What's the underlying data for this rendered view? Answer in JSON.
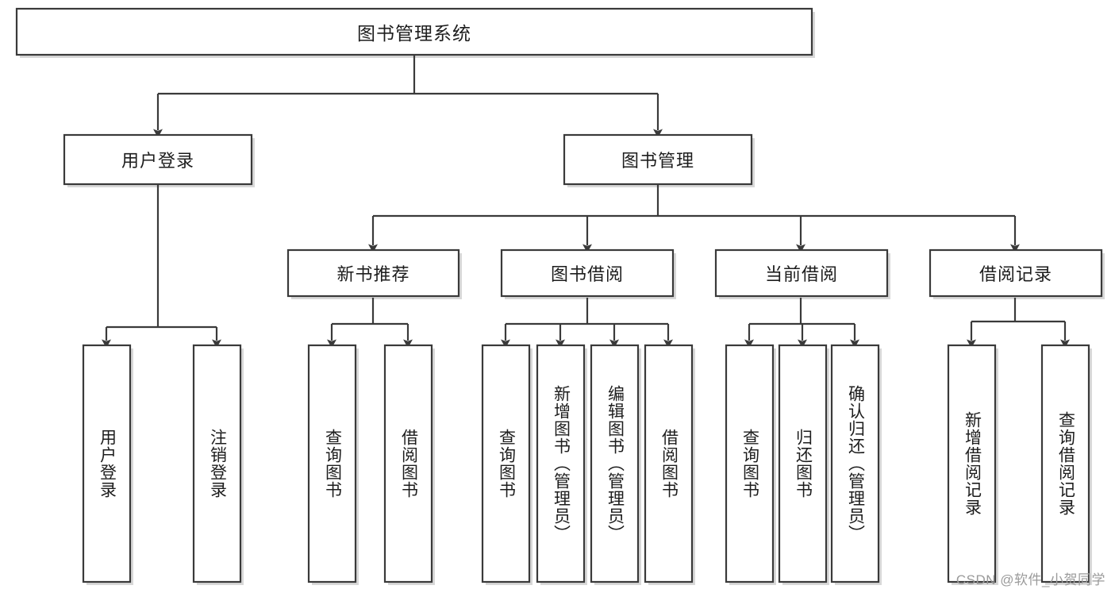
{
  "diagram": {
    "type": "tree",
    "title": "图书管理系统",
    "watermark": "CSDN @软件_小贺同学",
    "colors": {
      "box_stroke": "#3a3a3a",
      "box_fill": "#ffffff",
      "connector": "#3a3a3a",
      "text": "#1d1d1d",
      "watermark": "#9a9a9a"
    },
    "nodes": {
      "root": {
        "label": "图书管理系统",
        "level": 0,
        "orientation": "horizontal"
      },
      "l2_user_login": {
        "label": "用户登录",
        "level": 1,
        "orientation": "horizontal"
      },
      "l2_book_mgmt": {
        "label": "图书管理",
        "level": 1,
        "orientation": "horizontal"
      },
      "l3_new_book_rec": {
        "label": "新书推荐",
        "level": 2,
        "orientation": "horizontal"
      },
      "l3_book_borrow": {
        "label": "图书借阅",
        "level": 2,
        "orientation": "horizontal"
      },
      "l3_current_borrow": {
        "label": "当前借阅",
        "level": 2,
        "orientation": "horizontal"
      },
      "l3_borrow_record": {
        "label": "借阅记录",
        "level": 2,
        "orientation": "horizontal"
      },
      "leaf_user_login": {
        "label": "用户登录",
        "level": 3,
        "orientation": "vertical"
      },
      "leaf_logout": {
        "label": "注销登录",
        "level": 3,
        "orientation": "vertical"
      },
      "leaf_query_book_1": {
        "label": "查询图书",
        "level": 3,
        "orientation": "vertical"
      },
      "leaf_borrow_book_1": {
        "label": "借阅图书",
        "level": 3,
        "orientation": "vertical"
      },
      "leaf_query_book_2": {
        "label": "查询图书",
        "level": 3,
        "orientation": "vertical"
      },
      "leaf_add_book": {
        "label": "新增图书（管理员）",
        "level": 3,
        "orientation": "vertical"
      },
      "leaf_edit_book": {
        "label": "编辑图书（管理员）",
        "level": 3,
        "orientation": "vertical"
      },
      "leaf_borrow_book_2": {
        "label": "借阅图书",
        "level": 3,
        "orientation": "vertical"
      },
      "leaf_query_book_3": {
        "label": "查询图书",
        "level": 3,
        "orientation": "vertical"
      },
      "leaf_return_book": {
        "label": "归还图书",
        "level": 3,
        "orientation": "vertical"
      },
      "leaf_confirm_return": {
        "label": "确认归还（管理员）",
        "level": 3,
        "orientation": "vertical"
      },
      "leaf_add_record": {
        "label": "新增借阅记录",
        "level": 3,
        "orientation": "vertical"
      },
      "leaf_query_record": {
        "label": "查询借阅记录",
        "level": 3,
        "orientation": "vertical"
      }
    },
    "edges": [
      {
        "from": "root",
        "to": "l2_user_login"
      },
      {
        "from": "root",
        "to": "l2_book_mgmt"
      },
      {
        "from": "l2_user_login",
        "to": "leaf_user_login"
      },
      {
        "from": "l2_user_login",
        "to": "leaf_logout"
      },
      {
        "from": "l2_book_mgmt",
        "to": "l3_new_book_rec"
      },
      {
        "from": "l2_book_mgmt",
        "to": "l3_book_borrow"
      },
      {
        "from": "l2_book_mgmt",
        "to": "l3_current_borrow"
      },
      {
        "from": "l2_book_mgmt",
        "to": "l3_borrow_record"
      },
      {
        "from": "l3_new_book_rec",
        "to": "leaf_query_book_1"
      },
      {
        "from": "l3_new_book_rec",
        "to": "leaf_borrow_book_1"
      },
      {
        "from": "l3_book_borrow",
        "to": "leaf_query_book_2"
      },
      {
        "from": "l3_book_borrow",
        "to": "leaf_add_book"
      },
      {
        "from": "l3_book_borrow",
        "to": "leaf_edit_book"
      },
      {
        "from": "l3_book_borrow",
        "to": "leaf_borrow_book_2"
      },
      {
        "from": "l3_current_borrow",
        "to": "leaf_query_book_3"
      },
      {
        "from": "l3_current_borrow",
        "to": "leaf_return_book"
      },
      {
        "from": "l3_current_borrow",
        "to": "leaf_confirm_return"
      },
      {
        "from": "l3_borrow_record",
        "to": "leaf_add_record"
      },
      {
        "from": "l3_borrow_record",
        "to": "leaf_query_record"
      }
    ]
  }
}
